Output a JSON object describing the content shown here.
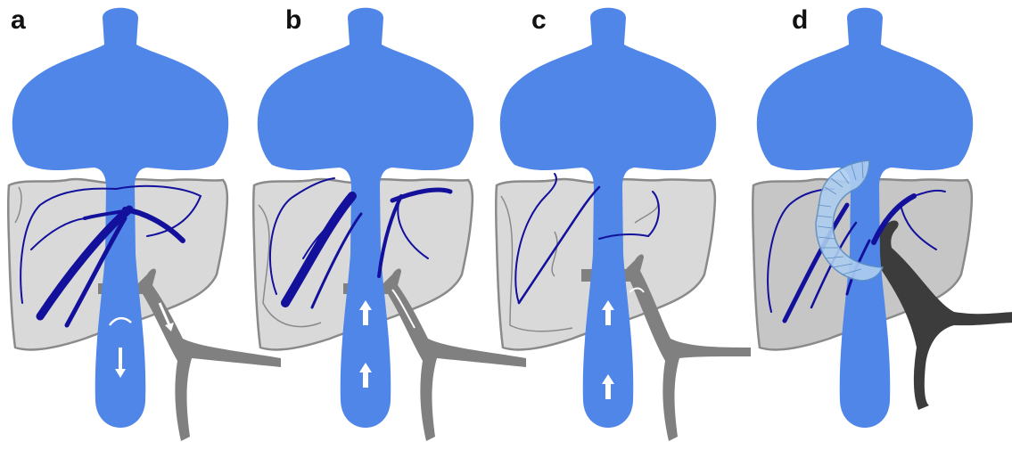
{
  "panels": [
    {
      "label": "a"
    },
    {
      "label": "b"
    },
    {
      "label": "c"
    },
    {
      "label": "d"
    }
  ],
  "colors": {
    "blue_organ": "#4f86e8",
    "liver": "#d9d9d9",
    "liver_dark": "#c6c6c6",
    "liver_outline": "#8a8a8a",
    "ducts": "#13109c",
    "vessel_grey": "#808080",
    "vessel_dark": "#3c3c3c",
    "arrow": "#ffffff",
    "stent": "#aecdf0"
  }
}
